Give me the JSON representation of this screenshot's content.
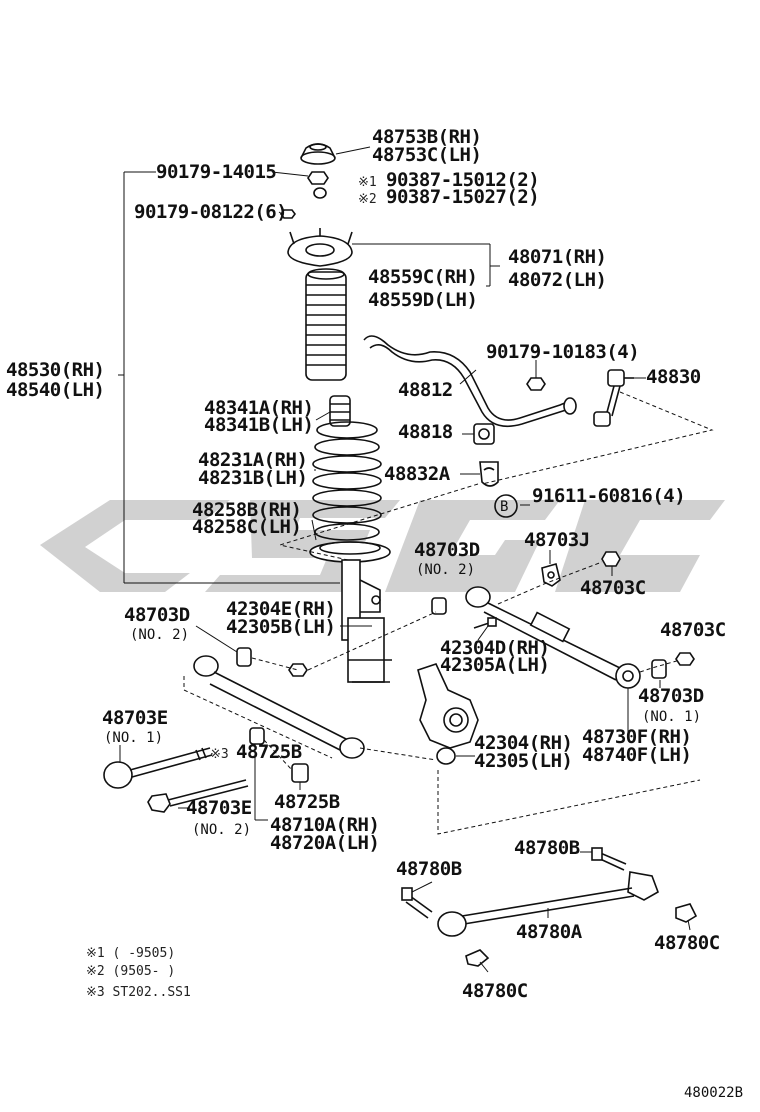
{
  "labels": {
    "l_48753B": "48753B(RH)",
    "l_48753C": "48753C(LH)",
    "l_90179_14015": "90179-14015",
    "l_90387_15012": "90387-15012(2)",
    "l_90387_15027": "90387-15027(2)",
    "l_90179_08122": "90179-08122(6)",
    "l_48071": "48071(RH)",
    "l_48072": "48072(LH)",
    "l_48559C": "48559C(RH)",
    "l_48559D": "48559D(LH)",
    "l_48530": "48530(RH)",
    "l_48540": "48540(LH)",
    "l_90179_10183": "90179-10183(4)",
    "l_48830": "48830",
    "l_48812": "48812",
    "l_48341A": "48341A(RH)",
    "l_48341B": "48341B(LH)",
    "l_48818": "48818",
    "l_48231A": "48231A(RH)",
    "l_48231B": "48231B(LH)",
    "l_48832A": "48832A",
    "l_91611": "91611-60816(4)",
    "l_48258B": "48258B(RH)",
    "l_48258C": "48258C(LH)",
    "l_48703D_a": "48703D",
    "l_48703J": "48703J",
    "l_48703C_a": "48703C",
    "l_48703D_b": "48703D",
    "l_42304E": "42304E(RH)",
    "l_42305B": "42305B(LH)",
    "l_48703C_b": "48703C",
    "l_42304D": "42304D(RH)",
    "l_42305A": "42305A(LH)",
    "l_48703D_c": "48703D",
    "l_48703E_a": "48703E",
    "l_42304": "42304(RH)",
    "l_48730F": "48730F(RH)",
    "l_48725B_a": "48725B",
    "l_42305": "42305(LH)",
    "l_48740F": "48740F(LH)",
    "l_48703E_b": "48703E",
    "l_48725B_b": "48725B",
    "l_48710A": "48710A(RH)",
    "l_48720A": "48720A(LH)",
    "l_48780B_a": "48780B",
    "l_48780B_b": "48780B",
    "l_48780A": "48780A",
    "l_48780C_a": "48780C",
    "l_48780C_b": "48780C"
  },
  "sublabels": {
    "no2_a": "(NO. 2)",
    "no2_b": "(NO. 2)",
    "no1_a": "(NO. 1)",
    "no1_b": "(NO. 1)",
    "no2_c": "(NO. 2)"
  },
  "marks": {
    "m1": "※1",
    "m2": "※2",
    "m3": "※3",
    "circle_b": "B"
  },
  "notes": {
    "n1": "※1 (     -9505)",
    "n2": "※2 (9505-     )",
    "n3": "※3 ST202..SS1"
  },
  "figure_id": "480022B",
  "colors": {
    "line": "#111111",
    "watermark": "#c9c9c9",
    "background": "#ffffff"
  }
}
